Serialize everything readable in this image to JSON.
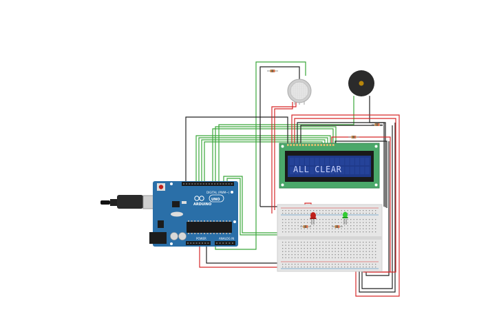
{
  "lcd": {
    "message": "ALL CLEAR"
  },
  "arduino": {
    "brand": "ARDUINO",
    "model": "UNO",
    "digital_label": "DIGITAL (PWM~)",
    "power_label": "POWER",
    "analog_label": "ANALOG IN"
  },
  "colors": {
    "wire_red": "#d62728",
    "wire_black": "#222222",
    "wire_green": "#3aa63a",
    "board_blue": "#2a6fa8",
    "lcd_pcb": "#4aa86a",
    "lcd_screen": "#1f3a8a",
    "led_red": "#c0201a",
    "led_green": "#33cc33",
    "breadboard": "#e6e6e6"
  },
  "components": [
    "arduino-uno",
    "lcd-16x2",
    "gas-sensor",
    "piezo-buzzer",
    "breadboard",
    "red-led",
    "green-led",
    "resistor"
  ]
}
